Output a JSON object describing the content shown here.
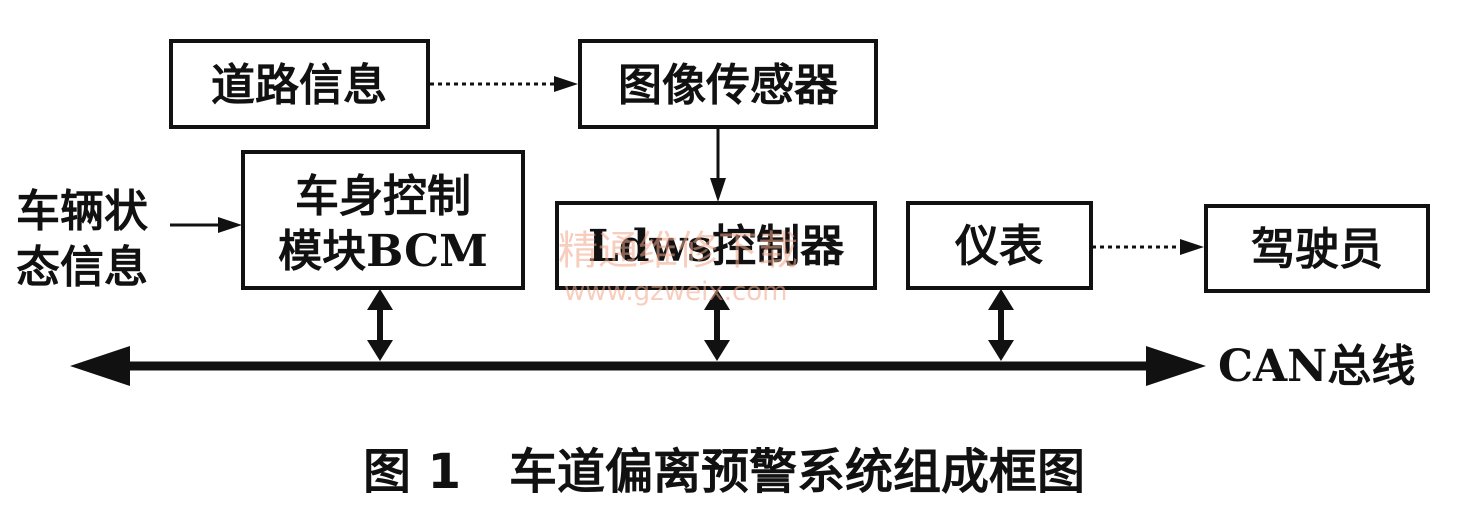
{
  "diagram": {
    "nodes": {
      "road_info": "道路信息",
      "image_sensor": "图像传感器",
      "vehicle_state_line1": "车辆状",
      "vehicle_state_line2": "态信息",
      "bcm_line1": "车身控制",
      "bcm_line2": "模块BCM",
      "ldws_controller": "Ldws控制器",
      "instrument": "仪表",
      "driver": "驾驶员"
    },
    "bus_label": "CAN总线",
    "edges": [
      {
        "from": "road_info",
        "to": "image_sensor",
        "style": "dashed"
      },
      {
        "from": "image_sensor",
        "to": "ldws_controller",
        "style": "solid"
      },
      {
        "from": "vehicle_state",
        "to": "bcm",
        "style": "solid"
      },
      {
        "from": "instrument",
        "to": "driver",
        "style": "dashed"
      },
      {
        "from": "bcm",
        "to": "can_bus",
        "style": "bidirectional"
      },
      {
        "from": "ldws_controller",
        "to": "can_bus",
        "style": "bidirectional"
      },
      {
        "from": "instrument",
        "to": "can_bus",
        "style": "bidirectional"
      }
    ],
    "caption": "图 1　车道偏离预警系统组成框图"
  },
  "watermark": {
    "line1": "精通维修下载",
    "line2": "www.gzweix.com",
    "color": "#f2a68a"
  }
}
